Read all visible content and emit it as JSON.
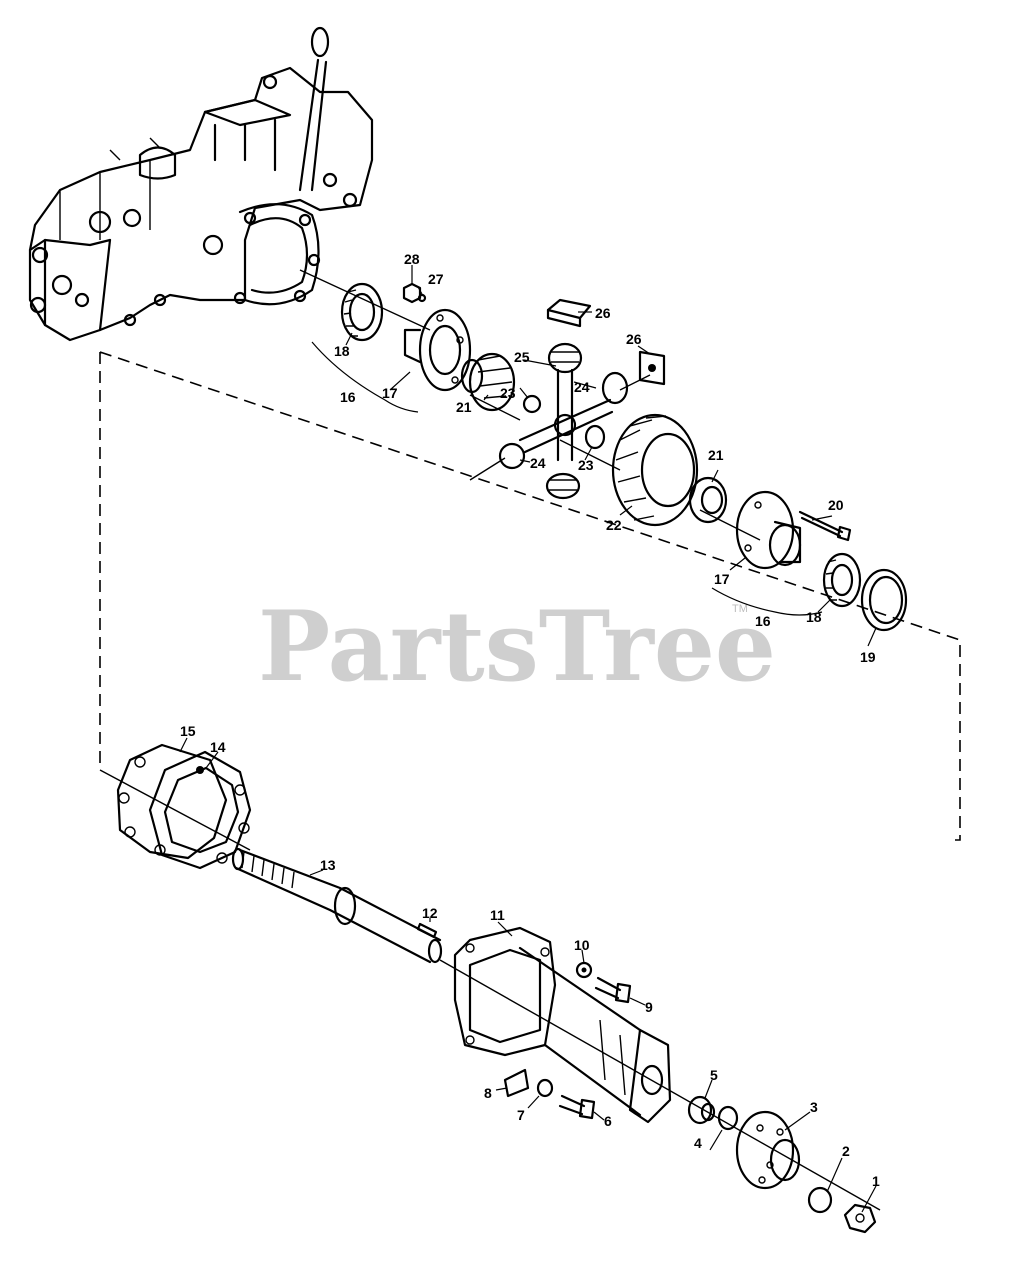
{
  "watermark": {
    "brand": "PartsTree",
    "trademark": "TM"
  },
  "callouts": {
    "c1": "1",
    "c2": "2",
    "c3": "3",
    "c4": "4",
    "c5": "5",
    "c6": "6",
    "c7": "7",
    "c8": "8",
    "c9": "9",
    "c10": "10",
    "c11": "11",
    "c12": "12",
    "c13": "13",
    "c14": "14",
    "c15": "15",
    "c16a": "16",
    "c16b": "16",
    "c17a": "17",
    "c17b": "17",
    "c18a": "18",
    "c18b": "18",
    "c19": "19",
    "c20": "20",
    "c21a": "21",
    "c21b": "21",
    "c22": "22",
    "c23a": "23",
    "c23b": "23",
    "c24a": "24",
    "c24b": "24",
    "c25": "25",
    "c26a": "26",
    "c26b": "26",
    "c27": "27",
    "c28": "28"
  }
}
